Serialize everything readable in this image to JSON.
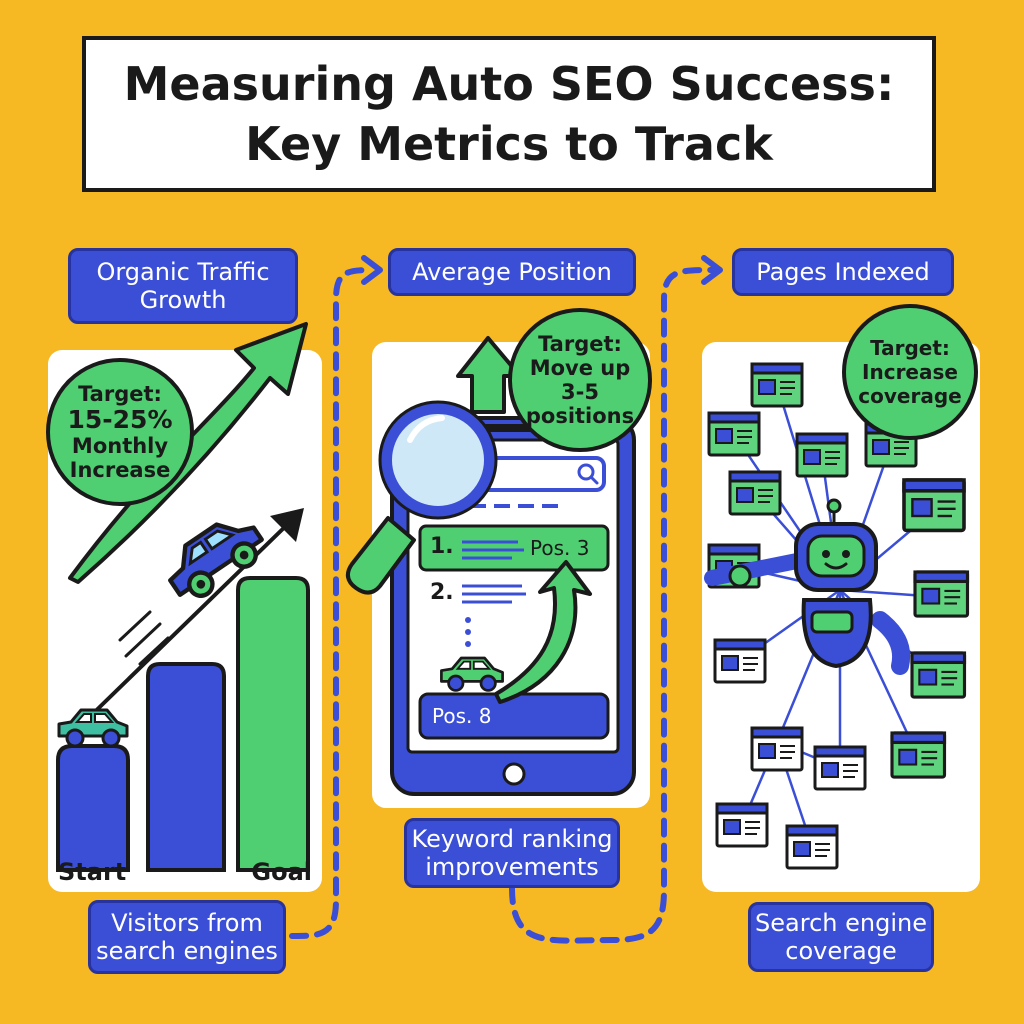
{
  "title": {
    "line1": "Measuring Auto SEO Success:",
    "line2": "Key Metrics to Track"
  },
  "panels": [
    {
      "heading_line1": "Organic Traffic",
      "heading_line2": "Growth",
      "target_line1": "Target:",
      "target_line2": "15-25%",
      "target_line3": "Monthly",
      "target_line4": "Increase",
      "start_label": "Start",
      "goal_label": "Goal",
      "caption_line1": "Visitors from",
      "caption_line2": "search engines"
    },
    {
      "heading": "Average Position",
      "target_line1": "Target:",
      "target_line2": "Move up",
      "target_line3": "3-5",
      "target_line4": "positions",
      "rank1": "1.",
      "rank1_pos": "Pos. 3",
      "rank2": "2.",
      "rank_low": "Pos. 8",
      "caption_line1": "Keyword ranking",
      "caption_line2": "improvements"
    },
    {
      "heading": "Pages Indexed",
      "target_line1": "Target:",
      "target_line2": "Increase",
      "target_line3": "coverage",
      "caption_line1": "Search engine",
      "caption_line2": "coverage"
    }
  ],
  "colors": {
    "background": "#f6b823",
    "blue": "#3b4fd6",
    "green": "#4fcf72",
    "outline": "#1a1a1a"
  }
}
